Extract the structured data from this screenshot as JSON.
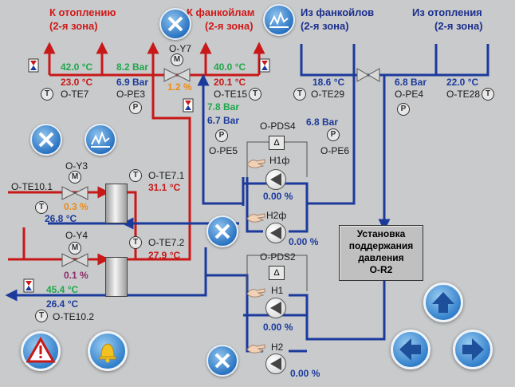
{
  "headers": {
    "to_heating": "К отоплению",
    "to_heating_zone": "(2-я зона)",
    "to_fancoils": "К фанкойлам",
    "to_fancoils_zone": "(2-я зона)",
    "from_fancoils": "Из фанкойлов",
    "from_fancoils_zone": "(2-я зона)",
    "from_heating": "Из отопления",
    "from_heating_zone": "(2-я зона)"
  },
  "readings": {
    "heating_supply_temp": "42.0 °C",
    "heating_supply_pressure": "8.2 Bar",
    "te7_temp": "23.0 °C",
    "te7_label": "O-TE7",
    "pe3_pressure": "6.9 Bar",
    "pe3_label": "O-PE3",
    "y7_label": "O-Y7",
    "y7_value": "1.2 %",
    "fancoil_supply_temp": "40.0 °C",
    "te15_temp": "20.1 °C",
    "te15_label": "O-TE15",
    "pe5_upper": "7.8 Bar",
    "pe5_pressure": "6.7 Bar",
    "pe5_label": "O-PE5",
    "te29_temp": "18.6 °C",
    "te29_label": "O-TE29",
    "pe4_pressure": "6.8 Bar",
    "pe4_label": "O-PE4",
    "te28_temp": "22.0 °C",
    "te28_label": "O-TE28",
    "pds4_label": "O-PDS4",
    "pe6_pressure": "6.8 Bar",
    "pe6_label": "O-PE6",
    "h1f_label": "Н1ф",
    "h1f_value": "0.00 %",
    "h2f_label": "Н2ф",
    "h2f_value": "0.00 %",
    "y3_label": "O-Y3",
    "te101_label": "O-TE10.1",
    "y3_value": "0.3 %",
    "te101_temp": "26.8 °C",
    "te71_label": "O-TE7.1",
    "te71_temp": "31.1 °C",
    "y4_label": "O-Y4",
    "y4_value": "0.1 %",
    "te72_label": "O-TE7.2",
    "te72_temp": "27.9 °C",
    "pds2_label": "O-PDS2",
    "h1_label": "Н1",
    "h1_value": "0.00 %",
    "h2_label": "Н2",
    "h2_value": "0.00 %",
    "low_supply_temp": "45.4 °C",
    "te102_temp": "26.4 °C",
    "te102_label": "O-TE10.2"
  },
  "panel": {
    "line1": "Установка",
    "line2": "поддержания",
    "line3": "давления",
    "line4": "O-R2"
  },
  "symbols": {
    "temp": "T",
    "pressure": "P",
    "motor": "M",
    "delta": "Δ"
  },
  "colors": {
    "supply_pipe": "#c81818",
    "return_pipe": "#1c3a9c",
    "background": "#c8cacb"
  }
}
